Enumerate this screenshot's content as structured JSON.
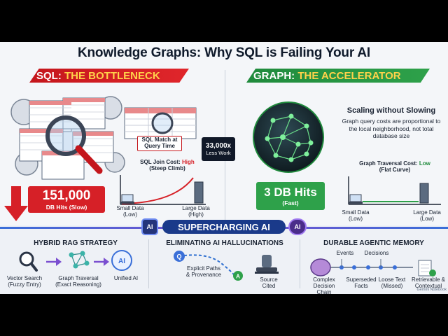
{
  "title": "Knowledge Graphs: Why SQL is Failing Your AI",
  "left": {
    "banner_a": "SQL: ",
    "banner_b": "THE BOTTLENECK",
    "match_label": "SQL Match at Query Time",
    "cost_label_a": "SQL Join Cost: ",
    "cost_label_b": "High",
    "cost_sub": "(Steep Climb)",
    "hits_value": "151,000",
    "hits_label": "DB Hits (Slow)",
    "small_data": "Small Data",
    "small_data_sub": "(Low)",
    "large_data": "Large Data",
    "large_data_sub": "(High)"
  },
  "center": {
    "ratio": "33,000x",
    "ratio_label": "Less Work"
  },
  "right": {
    "banner_a": "GRAPH: ",
    "banner_b": "THE ACCELERATOR",
    "scaling_title": "Scaling without Slowing",
    "scaling_desc": "Graph query costs are proportional to the local neighborhood, not total database size",
    "cost_label_a": "Graph Traversal Cost: ",
    "cost_label_b": "Low",
    "cost_sub": "(Flat Curve)",
    "hits_value": "3 DB Hits",
    "hits_label": "(Fast)",
    "small_data": "Small Data",
    "small_data_sub": "(Low)",
    "large_data": "Large Data",
    "large_data_sub": "(Low)"
  },
  "bottom": {
    "banner": "SUPERCHARGING AI",
    "ai_badge": "AI",
    "rag": {
      "title": "HYBRID RAG STRATEGY",
      "vector": "Vector Search",
      "vector_sub": "(Fuzzy Entry)",
      "graph": "Graph Traversal",
      "graph_sub": "(Exact Reasoning)",
      "unified": "Unified AI"
    },
    "halluc": {
      "title": "ELIMINATING AI HALLUCINATIONS",
      "node_q": "Q",
      "node_a": "A",
      "paths": "Explicit Paths",
      "paths_sub": "& Provenance",
      "source": "Source",
      "source_sub": "Cited"
    },
    "memory": {
      "title": "DURABLE AGENTIC MEMORY",
      "events": "Events",
      "decisions": "Decisions",
      "chain": "Complex",
      "chain_sub": "Decision Chain",
      "superseded": "Superseded",
      "superseded_sub": "Facts",
      "loose": "Loose Text",
      "loose_sub": "(Missed)",
      "retrievable": "Retrievable &",
      "retrievable_sub": "Contextual"
    },
    "watermark": "Gemini Notebook"
  }
}
